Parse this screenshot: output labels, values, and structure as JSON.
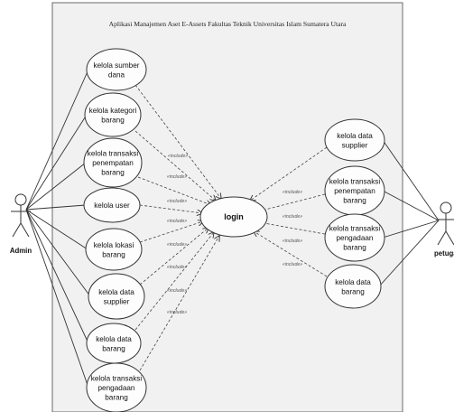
{
  "diagram": {
    "title": "Aplikasi Manajemen Aset E-Assets Fakultas Teknik Universitas Islam Sumatera Utara",
    "actors": {
      "admin": "Admin",
      "petugas": "petugas"
    },
    "login": "login",
    "left_use_cases": [
      [
        "kelola sumber",
        "dana"
      ],
      [
        "kelola kategori",
        "barang"
      ],
      [
        "kelola transaksi",
        "penempatan",
        "barang"
      ],
      [
        "kelola user"
      ],
      [
        "kelola lokasi",
        "barang"
      ],
      [
        "kelola data",
        "supplier"
      ],
      [
        "kelola data",
        "barang"
      ],
      [
        "kelola transaksi",
        "pengadaan",
        "barang"
      ]
    ],
    "right_use_cases": [
      [
        "kelola data",
        "supplier"
      ],
      [
        "kelola transaksi",
        "penempatan",
        "barang"
      ],
      [
        "kelola transaksi",
        "pengadaan",
        "barang"
      ],
      [
        "kelola data",
        "barang"
      ]
    ],
    "stereotype": "«include»"
  }
}
